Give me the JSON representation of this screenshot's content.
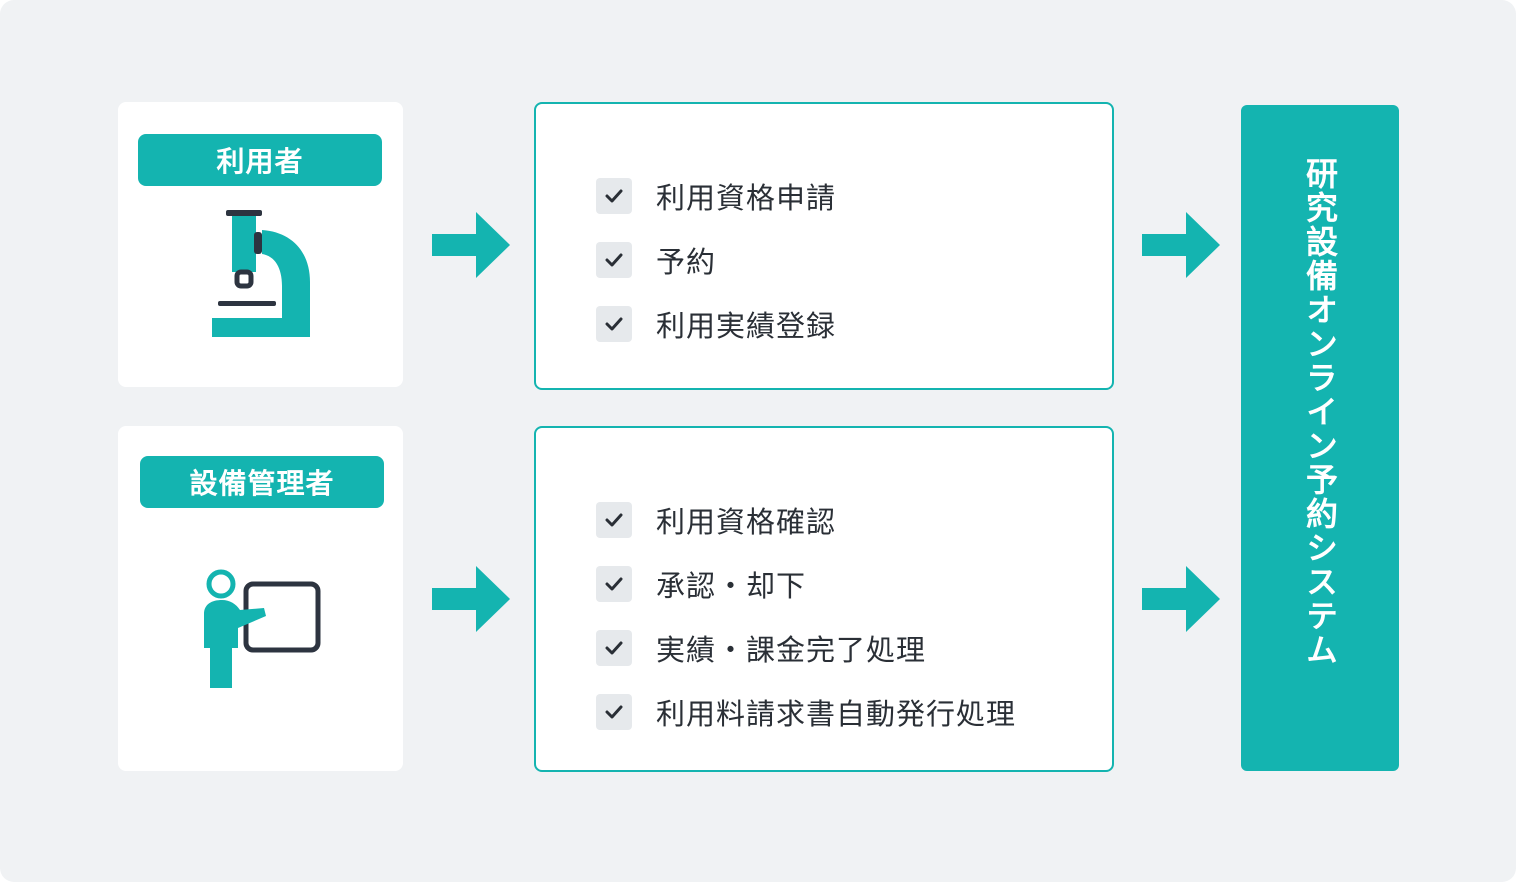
{
  "colors": {
    "accent": "#14b4b0",
    "background": "#f0f2f4",
    "icon_dark": "#2d3440",
    "check_bg": "#e6e9ec"
  },
  "roles": [
    {
      "label": "利用者",
      "icon": "microscope-icon"
    },
    {
      "label": "設備管理者",
      "icon": "presenter-icon"
    }
  ],
  "user_tasks": [
    "利用資格申請",
    "予約",
    "利用実績登録"
  ],
  "admin_tasks": [
    "利用資格確認",
    "承認・却下",
    "実績・課金完了処理",
    "利用料請求書自動発行処理"
  ],
  "system": {
    "title": "研究設備オンライン予約システム"
  }
}
